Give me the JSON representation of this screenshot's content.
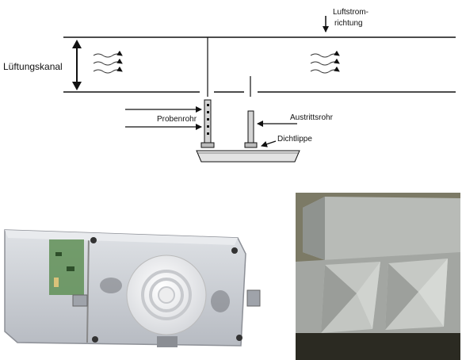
{
  "diagram": {
    "duct_label": "Lüftungskanal",
    "airflow_label_line1": "Luftstrom-",
    "airflow_label_line2": "richtung",
    "sample_pipe_label": "Probenrohr",
    "exhaust_pipe_label": "Austrittsrohr",
    "seal_label": "Dichtlippe"
  },
  "photos": [
    {
      "name": "detector-housing-photo",
      "icon": "smoke-detector-housing"
    },
    {
      "name": "ventilation-duct-photo",
      "icon": "ventilation-duct"
    }
  ],
  "colors": {
    "line": "#111111",
    "housing": "#c9ccd2",
    "duct_dark": "#3c3b30",
    "duct_metal": "#a9aca6"
  }
}
